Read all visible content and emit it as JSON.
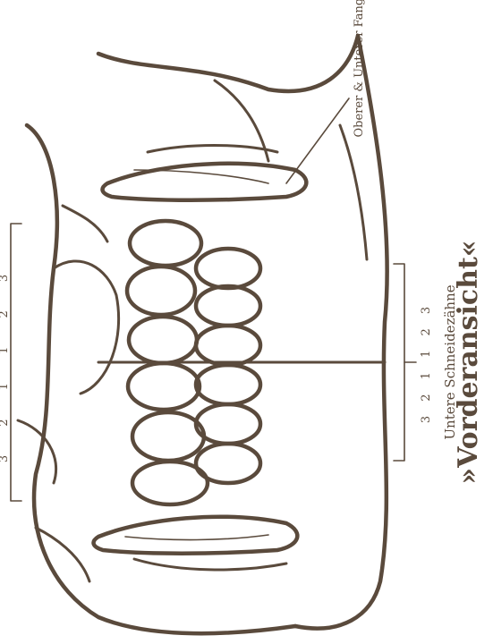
{
  "labels": {
    "title": "»Vorderansicht«",
    "lower_incisors": "Untere Schneidezähne",
    "canine_tooth": "Oberer & Unterer Fangzahn",
    "left_numbers": "3 2 1 1 2 3",
    "upper_numbers": "3 2 1",
    "lower_numbers": "3 2 1 1 2 3"
  },
  "colors": {
    "ink": "#5a4a3c",
    "background": "#ffffff"
  }
}
